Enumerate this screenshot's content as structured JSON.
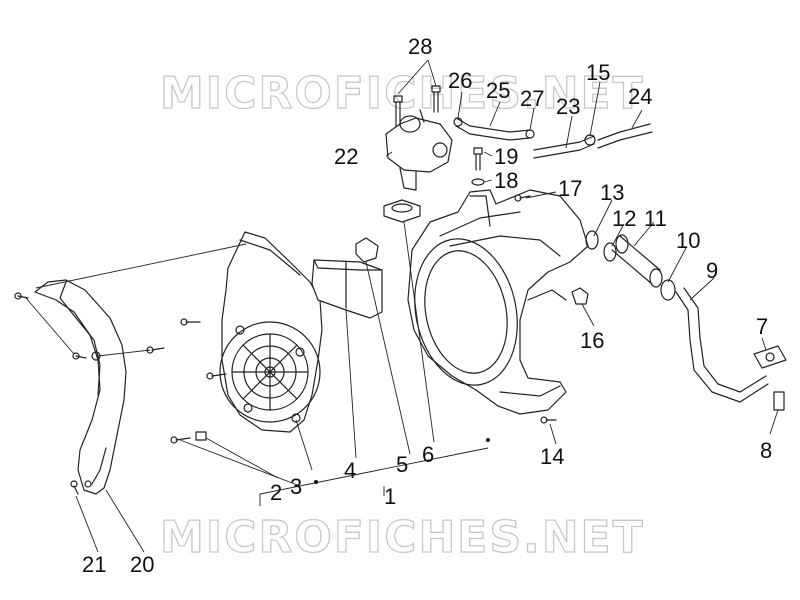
{
  "watermark": {
    "top_text": "MICROFICHES.NET",
    "bottom_text": "MICROFICHES.NET"
  },
  "callouts": {
    "c1": "1",
    "c2": "2",
    "c3": "3",
    "c4": "4",
    "c5": "5",
    "c6": "6",
    "c7": "7",
    "c8": "8",
    "c9": "9",
    "c10": "10",
    "c11": "11",
    "c12": "12",
    "c13": "13",
    "c14": "14",
    "c15": "15",
    "c16": "16",
    "c17": "17",
    "c18": "18",
    "c19": "19",
    "c20": "20",
    "c21": "21",
    "c22": "22",
    "c23": "23",
    "c24": "24",
    "c25": "25",
    "c26": "26",
    "c27": "27",
    "c28": "28"
  }
}
